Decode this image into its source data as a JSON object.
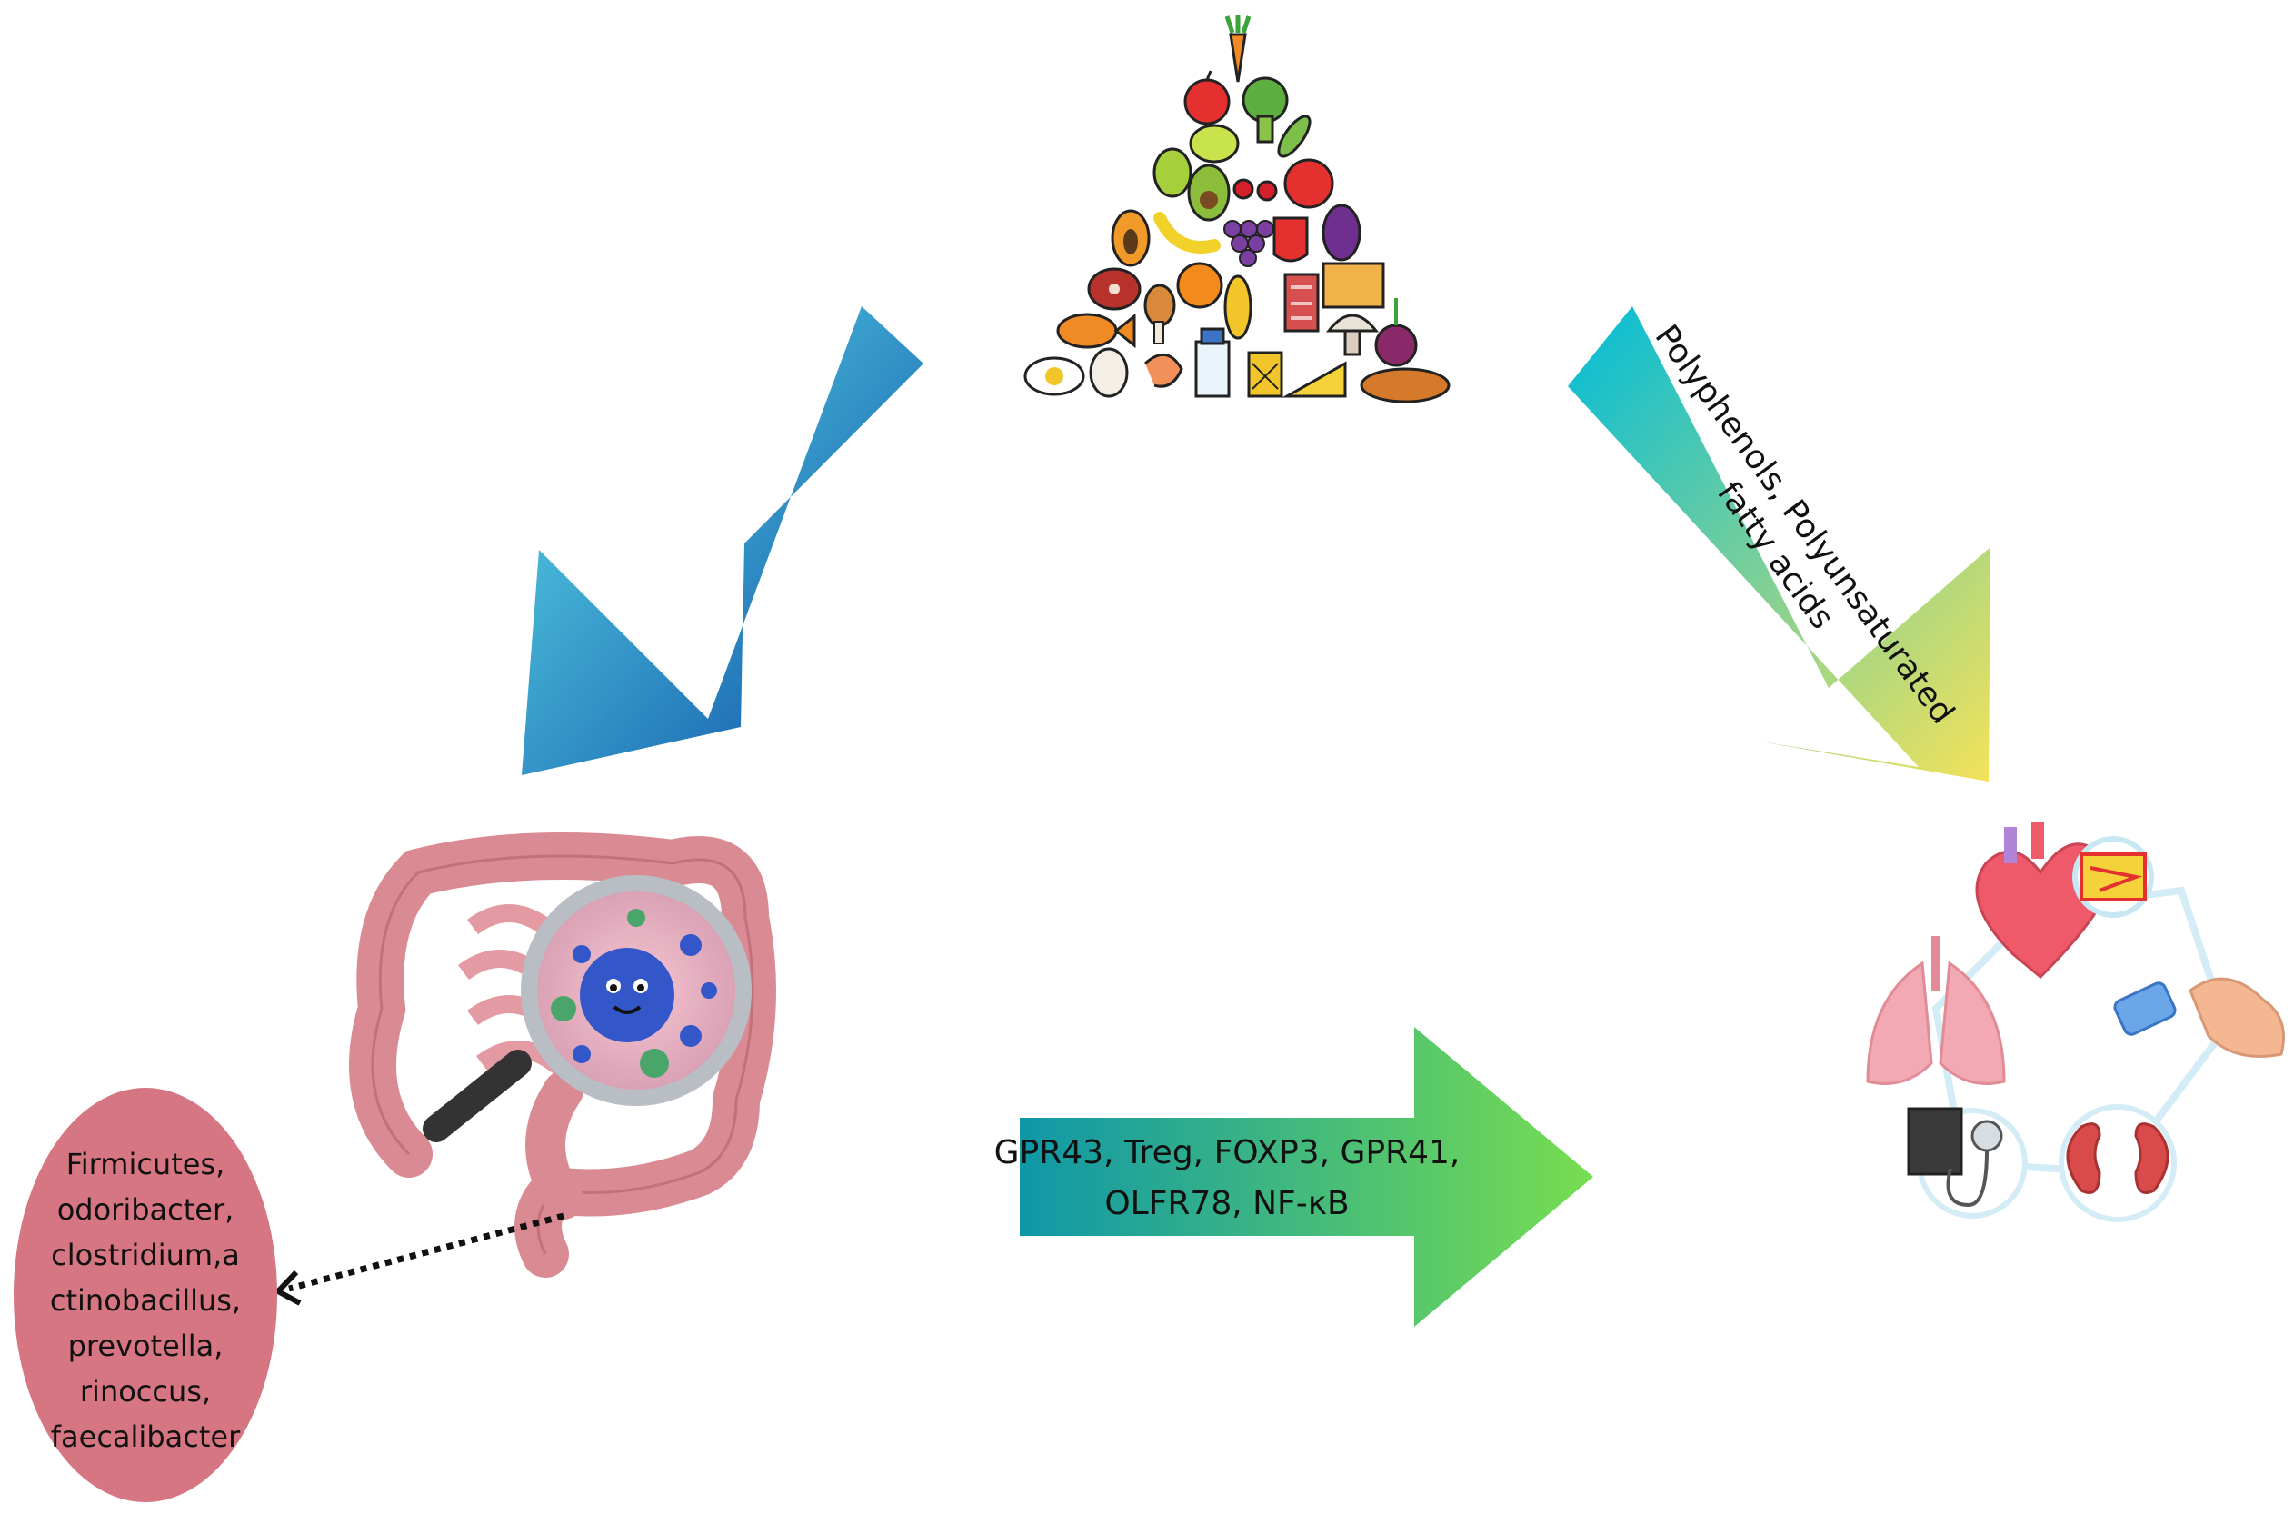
{
  "labels": {
    "polyphenols_line1": "Polyphenols, Polyunsaturated",
    "polyphenols_line2": "fatty acids",
    "receptors_line1": "GPR43, Treg, FOXP3, GPR41,",
    "receptors_line2": "OLFR78, NF-κB"
  },
  "bacteria": [
    "Firmicutes,",
    "odoribacter,",
    "clostridium,a",
    "ctinobacillus,",
    "prevotella,",
    "rinoccus,",
    "faecalibacter"
  ],
  "icons": {
    "food_pyramid": "food-pyramid-icon",
    "gut": "intestine-icon",
    "magnifier": "magnifier-microbe-icon",
    "organs": [
      "heart-icon",
      "artery-plaque-icon",
      "lungs-icon",
      "glucose-meter-icon",
      "blood-pressure-monitor-icon",
      "kidneys-icon"
    ]
  },
  "colors": {
    "arrow_left_start": "#5fe0ea",
    "arrow_left_end": "#0a4aa5",
    "arrow_right_start": "#00bcd9",
    "arrow_right_end": "#f4e25a",
    "arrow_bottom_start": "#0f97a8",
    "arrow_bottom_end": "#78dd50",
    "bacteria_ellipse": "#d77683",
    "gut": "#d98a93",
    "organ_ring": "#d3ecf5"
  }
}
